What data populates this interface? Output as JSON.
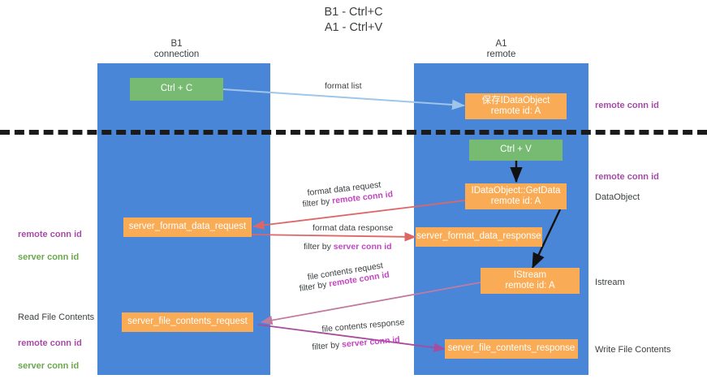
{
  "title": "B1 - Ctrl+C\nA1 - Ctrl+V",
  "colors": {
    "lane": "#4a86d8",
    "node_orange": "#f9ab55",
    "node_green": "#76bb71",
    "accent_purple": "#c245c2",
    "accent_green": "#6aa84f",
    "arrow_blue": "#9fc5e8",
    "arrow_red": "#e06666",
    "arrow_magenta": "#c27ba0",
    "arrow_purple": "#a64d9e",
    "arrow_black": "#000000",
    "divider": "#1b1b1b"
  },
  "lanes": [
    {
      "id": "b1",
      "header": "B1\nconnection"
    },
    {
      "id": "a1",
      "header": "A1\nremote"
    }
  ],
  "nodes": [
    {
      "id": "ctrl-c",
      "text": "Ctrl + C",
      "color": "green"
    },
    {
      "id": "save-idataobject",
      "text": "保存IDataObject\nremote id: A",
      "color": "orange"
    },
    {
      "id": "ctrl-v",
      "text": "Ctrl + V",
      "color": "green"
    },
    {
      "id": "idataobject-getdata",
      "text": "IDataObject::GetData\nremote id: A",
      "color": "orange"
    },
    {
      "id": "server-format-data-request",
      "text": "server_format_data_request",
      "color": "orange"
    },
    {
      "id": "server-format-data-response",
      "text": "server_format_data_response",
      "color": "orange"
    },
    {
      "id": "istream",
      "text": "IStream\nremote id: A",
      "color": "orange"
    },
    {
      "id": "server-file-contents-request",
      "text": "server_file_contents_request",
      "color": "orange"
    },
    {
      "id": "server-file-contents-response",
      "text": "server_file_contents_response",
      "color": "orange"
    }
  ],
  "edge_labels": {
    "format_list": "format list",
    "format_data_request": "format data request",
    "format_data_request_filter_prefix": "filter by ",
    "format_data_request_filter_key": "remote conn id",
    "format_data_response": "format data response",
    "format_data_response_filter_prefix": "filter by ",
    "format_data_response_filter_key": "server conn id",
    "file_contents_request": "file contents request",
    "file_contents_request_filter_prefix": "filter by ",
    "file_contents_request_filter_key": "remote conn id",
    "file_contents_response": "file contents response",
    "file_contents_response_filter_prefix": "filter by ",
    "file_contents_response_filter_key": "server conn id"
  },
  "side_labels": {
    "right_remote_conn_id_top": "remote conn id",
    "right_remote_conn_id_mid": "remote conn id",
    "right_dataobject": "DataObject",
    "right_istream": "Istream",
    "right_write_file_contents": "Write File Contents",
    "left_conn_ids_mid_purple": "remote conn id",
    "left_conn_ids_mid_green": "server conn id",
    "left_read_file_contents": "Read File Contents",
    "left_conn_ids_low_purple": "remote conn id",
    "left_conn_ids_low_green": "server conn id"
  }
}
